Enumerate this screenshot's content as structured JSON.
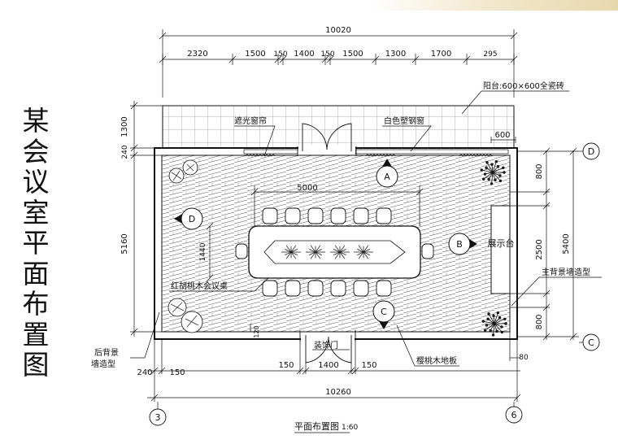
{
  "title": "某会议室平面布置图",
  "caption": "平面布置图",
  "scale": "1:60",
  "dims_top": {
    "total": "10020",
    "segments": [
      "2320",
      "1500",
      "150",
      "1400",
      "150",
      "1500",
      "1300",
      "1700",
      "295"
    ]
  },
  "dims_bottom": {
    "total": "10260",
    "left_240": "240",
    "left_150": "150",
    "door_150a": "150",
    "door_1400": "1400",
    "door_150b": "150",
    "right_80": "80"
  },
  "dims_left": {
    "d1300": "1300",
    "d240": "240",
    "d5160": "5160",
    "d1440": "1440"
  },
  "dims_right": {
    "d600": "600",
    "d800a": "800",
    "d2500": "2500",
    "d800b": "800",
    "d5400": "5400"
  },
  "dims_inner": {
    "table_length": "5000",
    "d120": "120"
  },
  "labels": {
    "balcony": "阳台:600×600全瓷砖",
    "curtain": "遮光窗帘",
    "window": "白色塑钢窗",
    "table": "红胡桃木会议桌",
    "back_wall": "后背景",
    "back_wall2": "墙造型",
    "door": "装饰门",
    "floor": "樱桃木地板",
    "main_wall": "主背景墙造型",
    "display": "展示台"
  },
  "views": {
    "a": "A",
    "b": "B",
    "c": "C",
    "d": "D"
  },
  "axes": {
    "d": "D",
    "c": "C",
    "n3": "3",
    "n6": "6"
  }
}
